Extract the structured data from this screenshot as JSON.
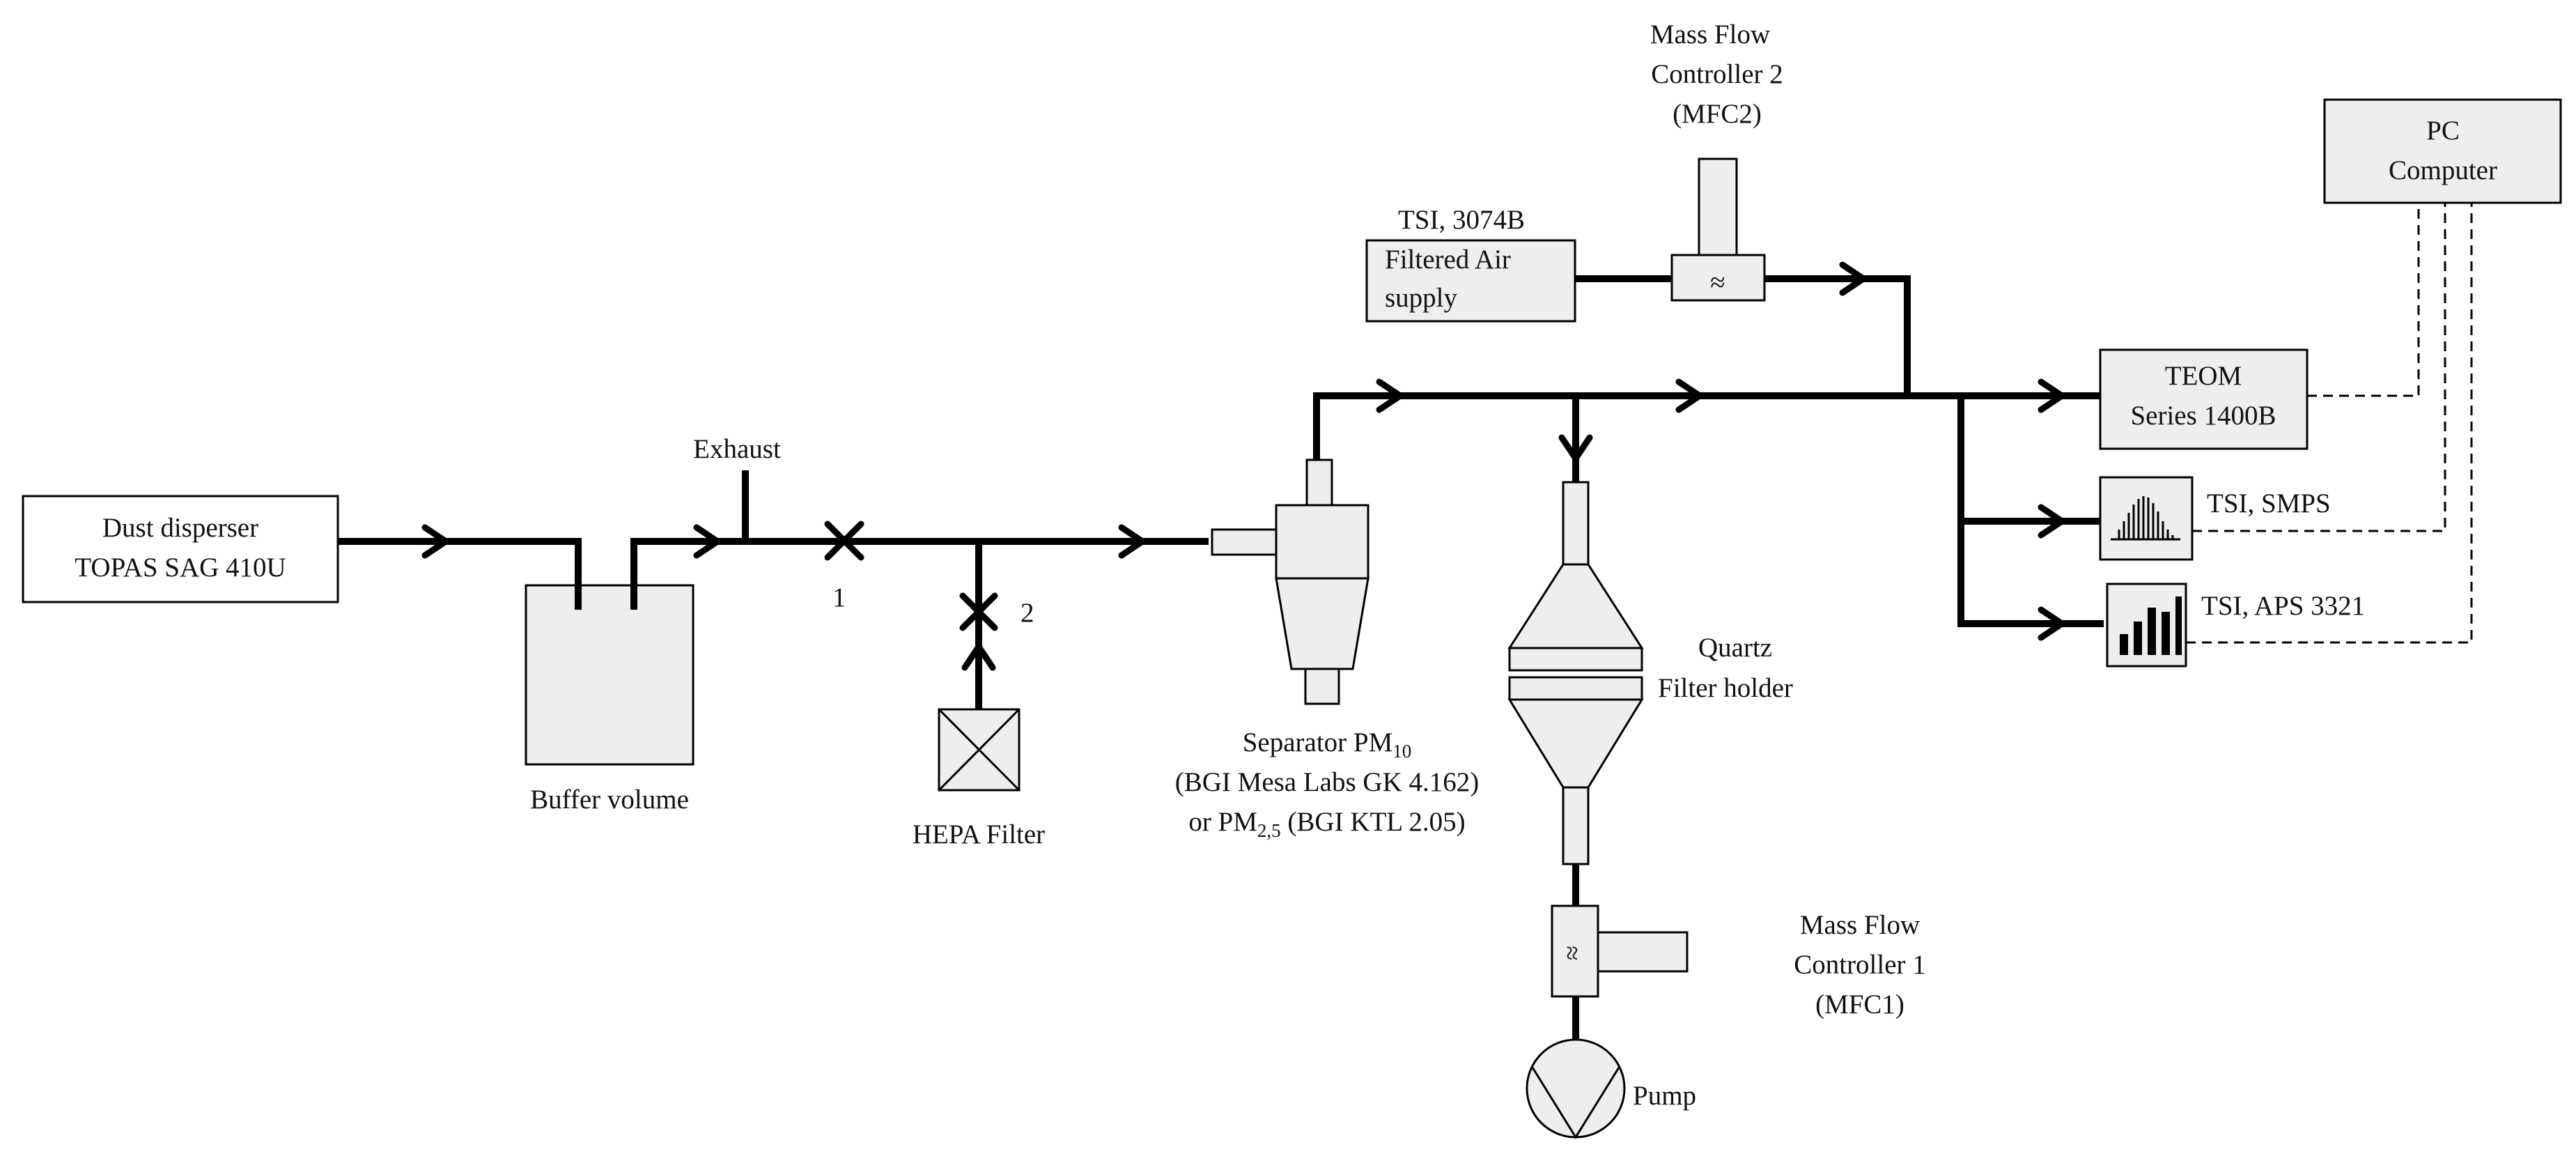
{
  "components": {
    "dust_disperser": {
      "line1": "Dust disperser",
      "line2": "TOPAS SAG 410U"
    },
    "buffer_volume": "Buffer volume",
    "exhaust": "Exhaust",
    "valve_1": "1",
    "valve_2": "2",
    "hepa_filter": "HEPA Filter",
    "separator": {
      "line1_prefix": "Separator PM",
      "line1_sub": "10",
      "line2": "(BGI Mesa Labs GK 4.162)",
      "line3_prefix": "or PM",
      "line3_sub": "2,5",
      "line3_suffix": " (BGI KTL 2.05)"
    },
    "air_supply": {
      "title": "TSI, 3074B",
      "line1": "Filtered Air",
      "line2": "supply"
    },
    "mfc2": {
      "line1": "Mass Flow",
      "line2": "Controller 2",
      "line3": "(MFC2)",
      "symbol": "≈"
    },
    "mfc1": {
      "line1": "Mass Flow",
      "line2": "Controller 1",
      "line3": "(MFC1)",
      "symbol": "≈"
    },
    "quartz_filter": {
      "line1": "Quartz",
      "line2": "Filter holder"
    },
    "pump": "Pump",
    "teom": {
      "line1": "TEOM",
      "line2": "Series 1400B"
    },
    "smps": "TSI, SMPS",
    "aps": "TSI, APS 3321",
    "pc": {
      "line1": "PC",
      "line2": "Computer"
    }
  },
  "colors": {
    "line": "#000000",
    "box_fill": "#eeeeee",
    "text": "#111111"
  },
  "icons": [
    "arrow-right-icon",
    "arrow-up-icon",
    "arrow-down-icon",
    "valve-x-icon",
    "filter-cross-icon",
    "pump-icon",
    "smps-spectrum-icon",
    "aps-bars-icon"
  ]
}
